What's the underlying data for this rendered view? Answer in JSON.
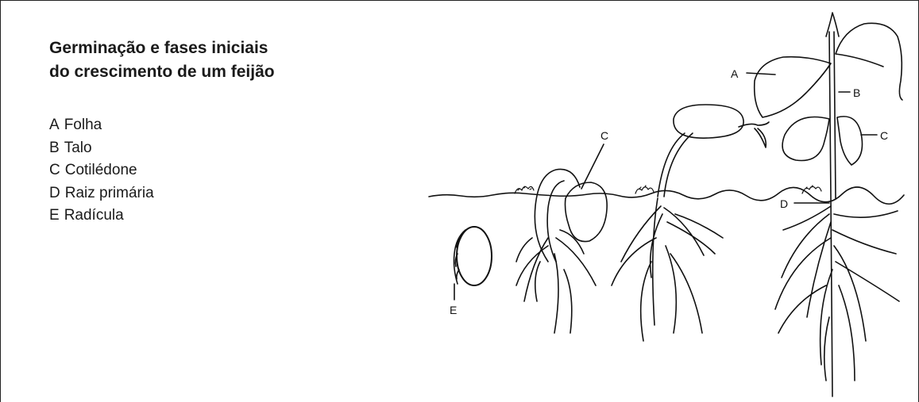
{
  "title": {
    "line1": "Germinação e fases iniciais",
    "line2": "do crescimento de um feijão"
  },
  "legend": [
    {
      "letter": "A",
      "label": "Folha"
    },
    {
      "letter": "B",
      "label": "Talo"
    },
    {
      "letter": "C",
      "label": "Cotilédone"
    },
    {
      "letter": "D",
      "label": "Raiz primária"
    },
    {
      "letter": "E",
      "label": "Radícula"
    }
  ],
  "figure_labels": {
    "a": "A",
    "b": "B",
    "c1": "C",
    "c2": "C",
    "d": "D",
    "e": "E"
  }
}
